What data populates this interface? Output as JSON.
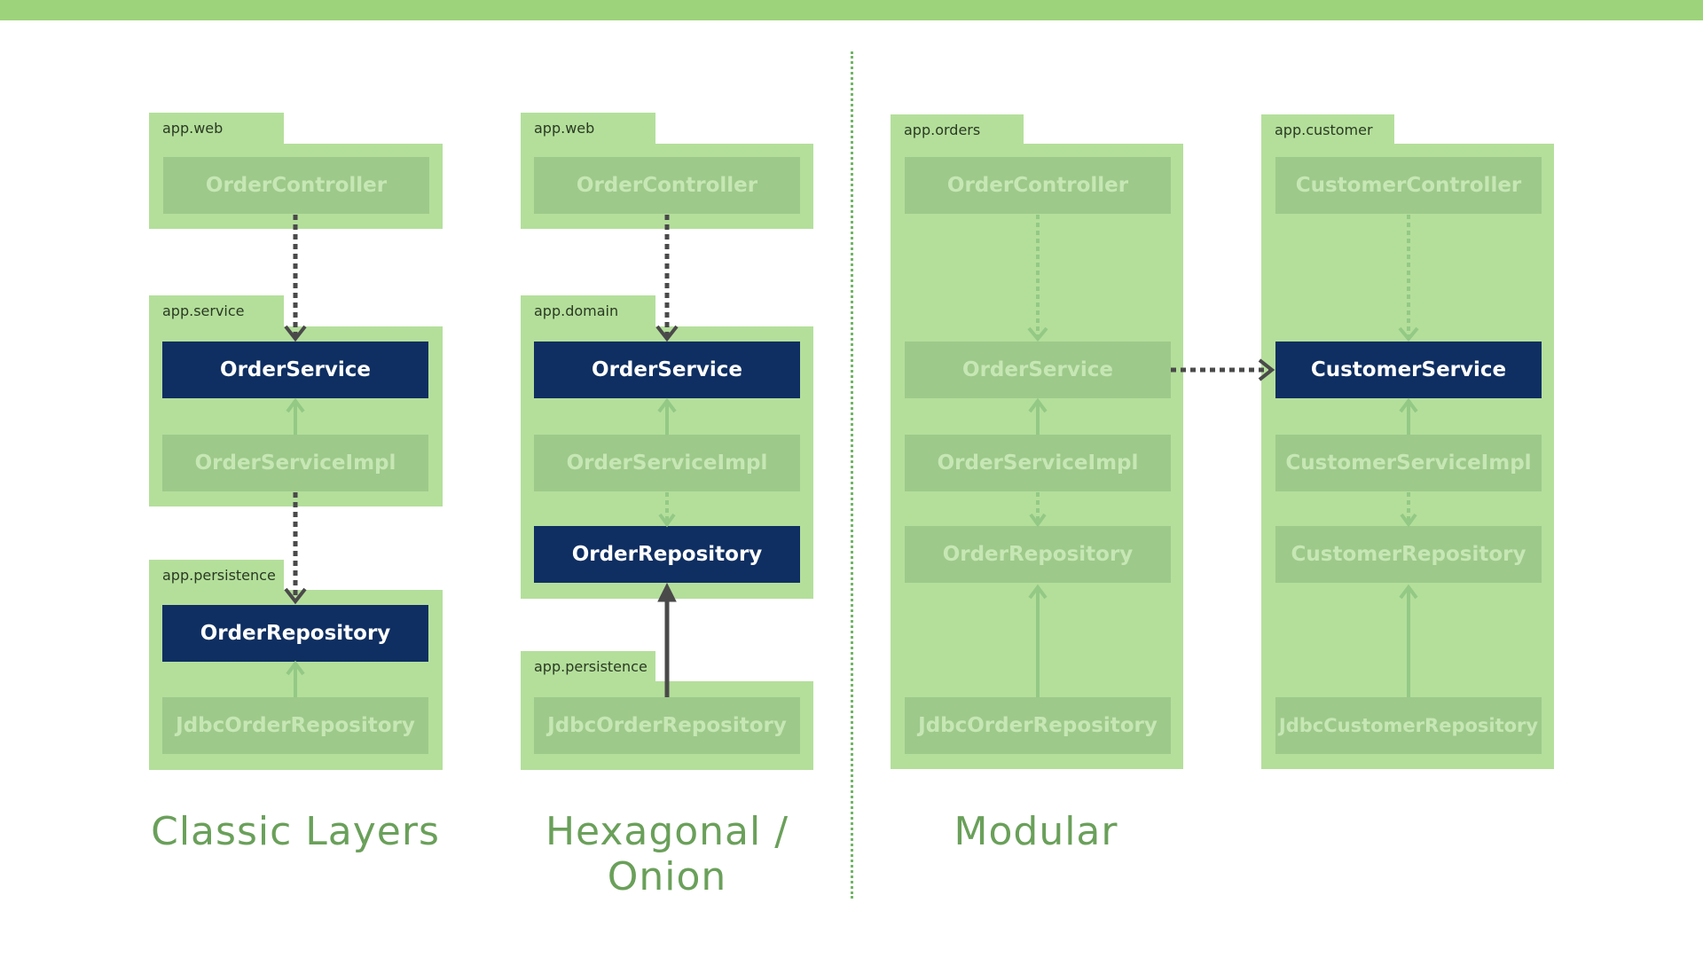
{
  "colors": {
    "top_bar": "#9dd37a",
    "package": "#b4df9b",
    "inactive_class": "#9dc98a",
    "inactive_text": "#c6e7b4",
    "active_class": "#0f2f62",
    "active_text": "#ffffff",
    "caption": "#6aa05a",
    "dark_arrow": "#4a4a4a",
    "faint_arrow": "#93c985",
    "divider": "#71b566"
  },
  "classic": {
    "caption": "Classic Layers",
    "web": {
      "package": "app.web",
      "controller": "OrderController"
    },
    "service": {
      "package": "app.service",
      "interface": "OrderService",
      "impl": "OrderServiceImpl"
    },
    "persistence": {
      "package": "app.persistence",
      "repository": "OrderRepository",
      "jdbc": "JdbcOrderRepository"
    }
  },
  "hexagonal": {
    "caption": "Hexagonal / Onion",
    "web": {
      "package": "app.web",
      "controller": "OrderController"
    },
    "domain": {
      "package": "app.domain",
      "service": "OrderService",
      "impl": "OrderServiceImpl",
      "repository": "OrderRepository"
    },
    "persistence": {
      "package": "app.persistence",
      "jdbc": "JdbcOrderRepository"
    }
  },
  "modular": {
    "caption": "Modular",
    "orders": {
      "package": "app.orders",
      "controller": "OrderController",
      "service": "OrderService",
      "impl": "OrderServiceImpl",
      "repository": "OrderRepository",
      "jdbc": "JdbcOrderRepository"
    },
    "customer": {
      "package": "app.customer",
      "controller": "CustomerController",
      "service": "CustomerService",
      "impl": "CustomerServiceImpl",
      "repository": "CustomerRepository",
      "jdbc": "JdbcCustomerRepository"
    }
  }
}
